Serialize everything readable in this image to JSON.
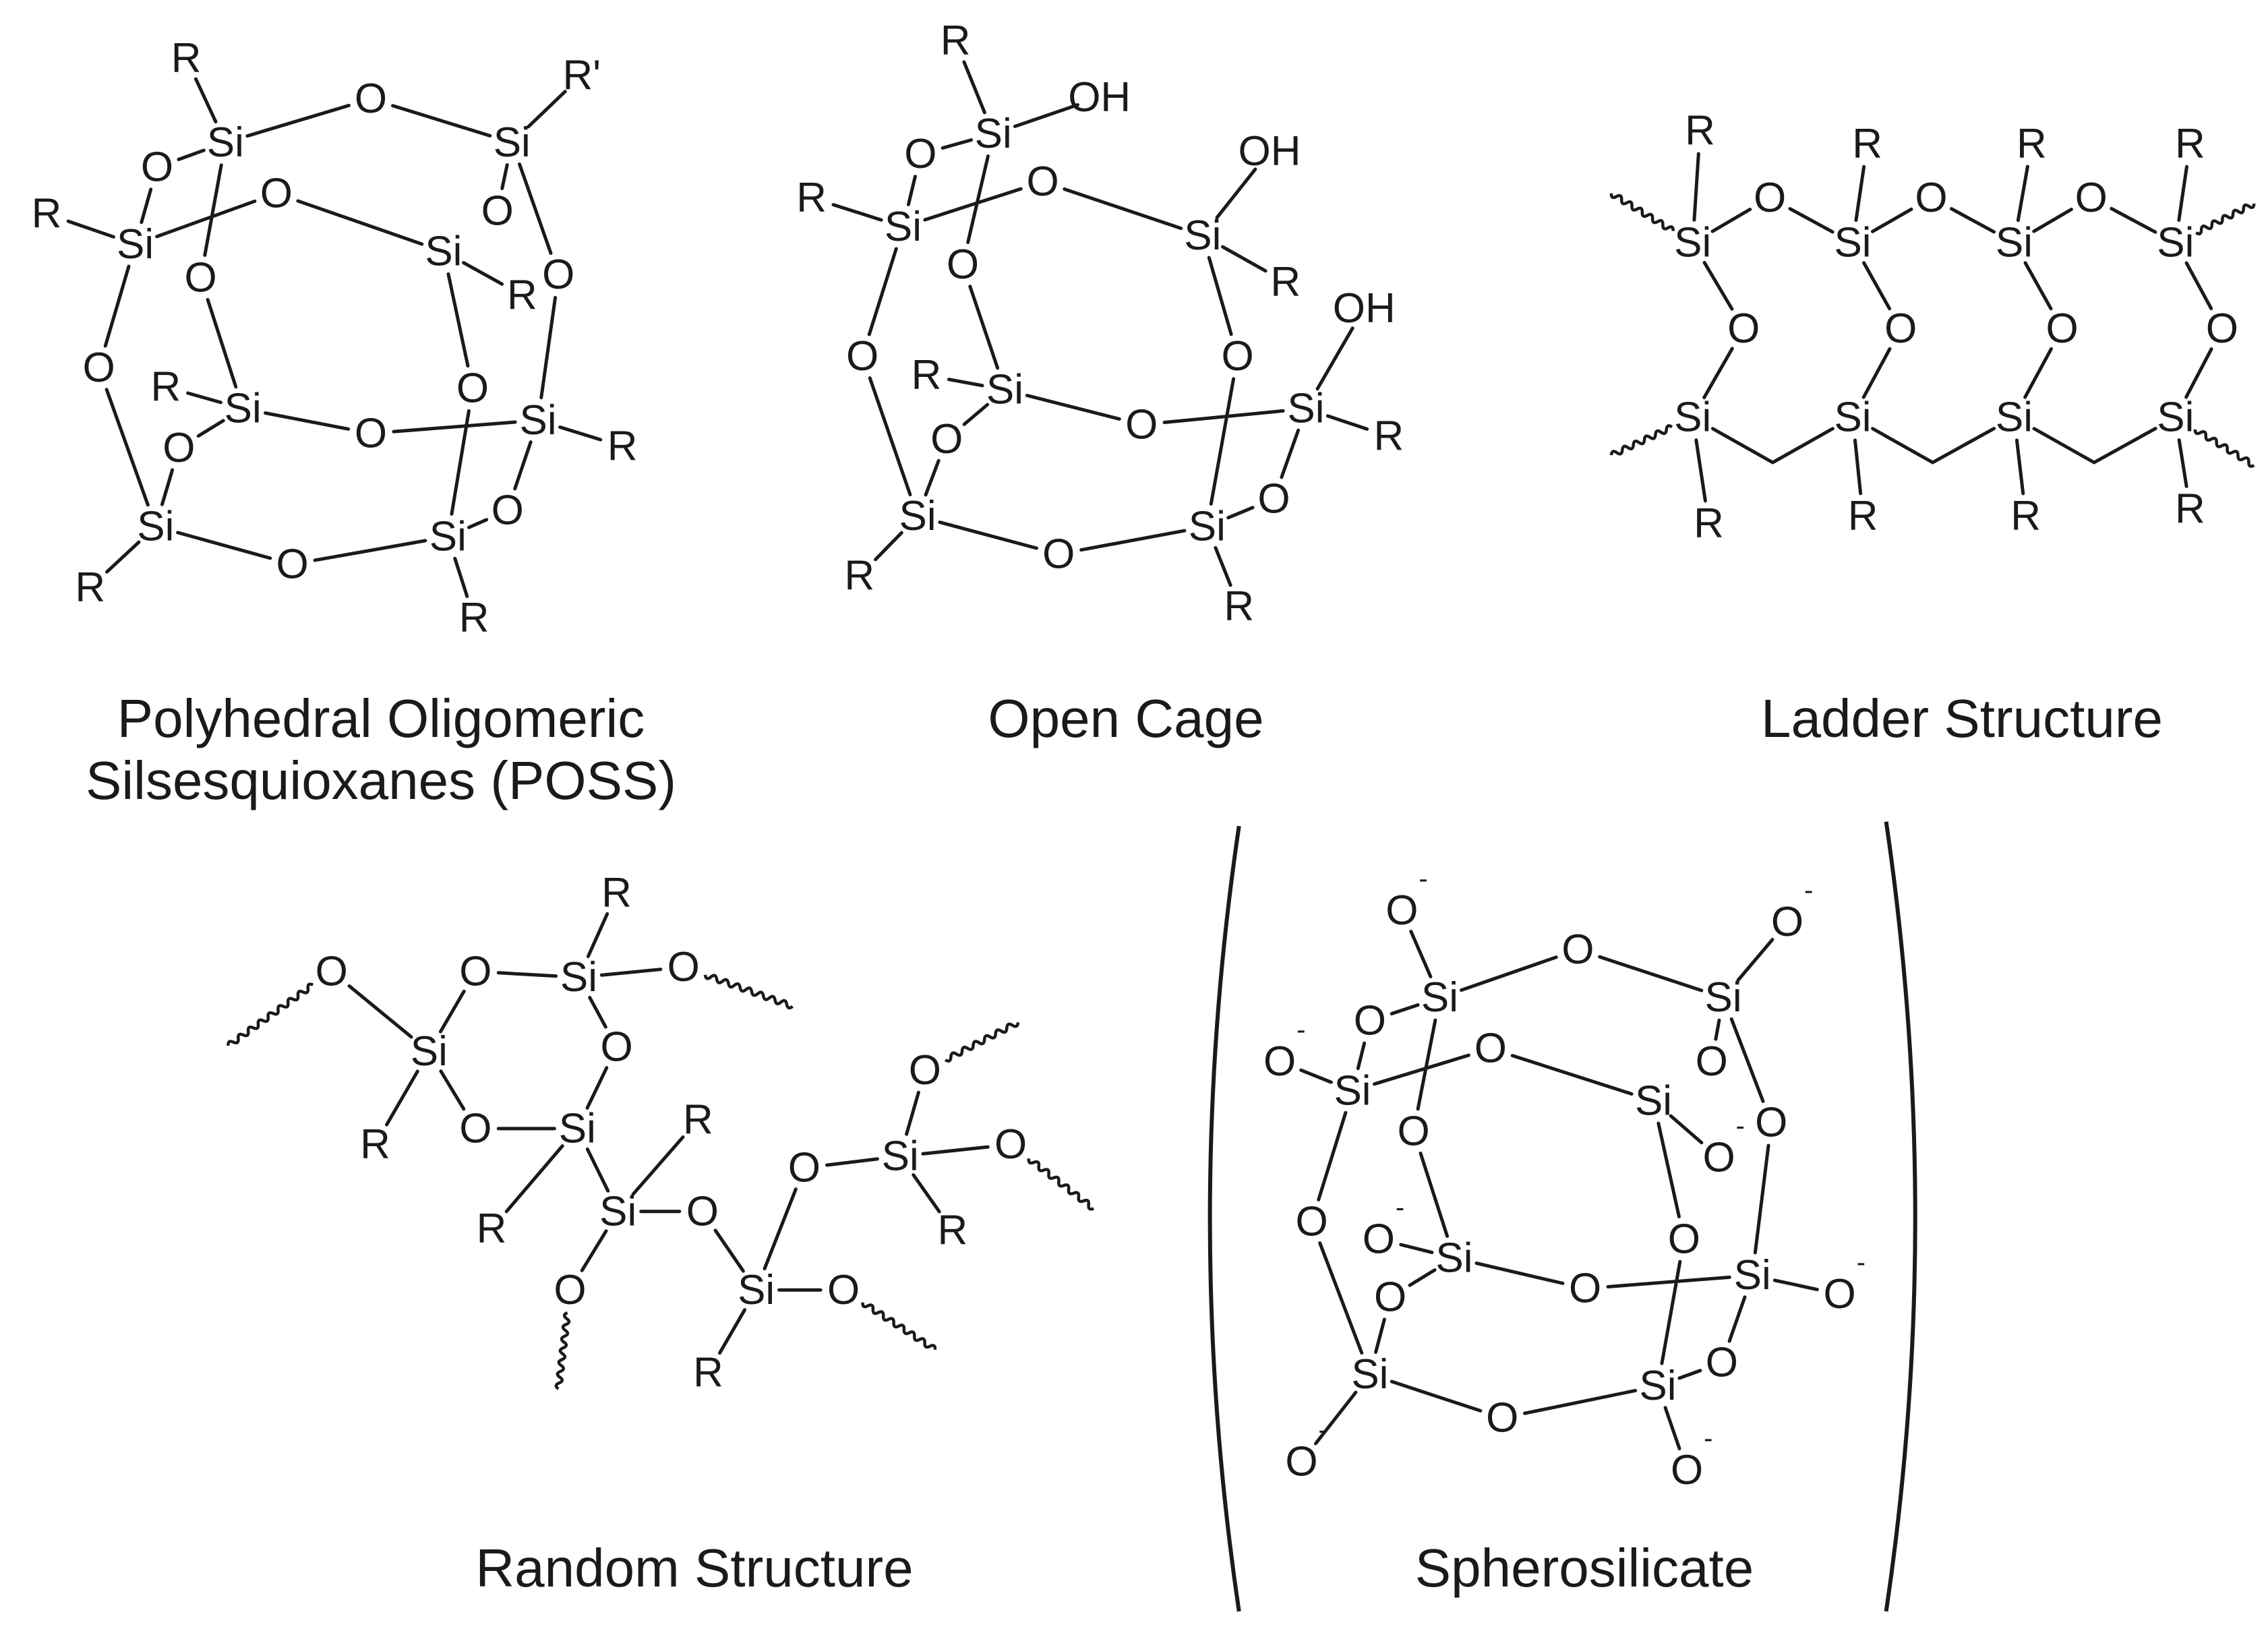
{
  "atoms": {
    "si": "Si",
    "o": "O",
    "r": "R",
    "r_prime": "R'",
    "oh": "OH",
    "minus": "-"
  },
  "structures": [
    {
      "key": "poss",
      "caption_lines": [
        "Polyhedral Oligomeric",
        "Silsesquioxanes (POSS)"
      ]
    },
    {
      "key": "open_cage",
      "caption_lines": [
        "Open Cage"
      ]
    },
    {
      "key": "ladder",
      "caption_lines": [
        "Ladder Structure"
      ]
    },
    {
      "key": "random",
      "caption_lines": [
        "Random Structure"
      ]
    },
    {
      "key": "spherosilicate",
      "caption_lines": [
        "Spherosilicate"
      ]
    }
  ],
  "colors": {
    "ink": "#1a1a1a",
    "background": "#ffffff"
  }
}
